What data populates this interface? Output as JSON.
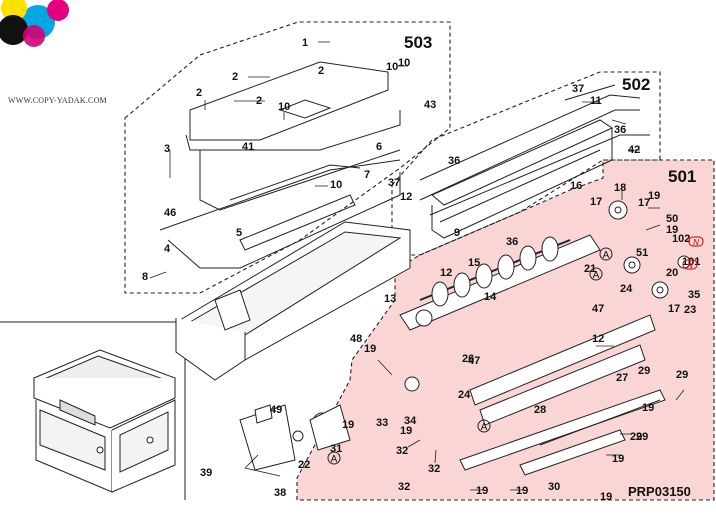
{
  "watermark": {
    "site": "WWW.COPY-YADAK.COM"
  },
  "diagram": {
    "code": "PRP03150",
    "groups": [
      {
        "id": "g503",
        "label": "503"
      },
      {
        "id": "g502",
        "label": "502"
      },
      {
        "id": "g501",
        "label": "501"
      }
    ],
    "callouts": [
      "1",
      "2",
      "2",
      "2",
      "2",
      "3",
      "4",
      "5",
      "6",
      "7",
      "8",
      "10",
      "10",
      "10",
      "10",
      "41",
      "43",
      "46",
      "11",
      "12",
      "36",
      "36",
      "37",
      "37",
      "42",
      "9",
      "12",
      "12",
      "13",
      "14",
      "15",
      "16",
      "17",
      "17",
      "17",
      "18",
      "19",
      "19",
      "19",
      "19",
      "19",
      "19",
      "19",
      "19",
      "19",
      "19",
      "20",
      "21",
      "22",
      "23",
      "24",
      "24",
      "26",
      "27",
      "28",
      "29",
      "29",
      "29",
      "29",
      "30",
      "31",
      "32",
      "32",
      "32",
      "33",
      "34",
      "35",
      "36",
      "38",
      "39",
      "47",
      "47",
      "48",
      "49",
      "50",
      "51",
      "101",
      "102"
    ],
    "badges": [
      "A",
      "A",
      "A",
      "A",
      "N",
      "N"
    ]
  },
  "colors": {
    "zone501": "#f9d5d5",
    "line": "#1a1a1a",
    "badge": "#cc0000"
  }
}
